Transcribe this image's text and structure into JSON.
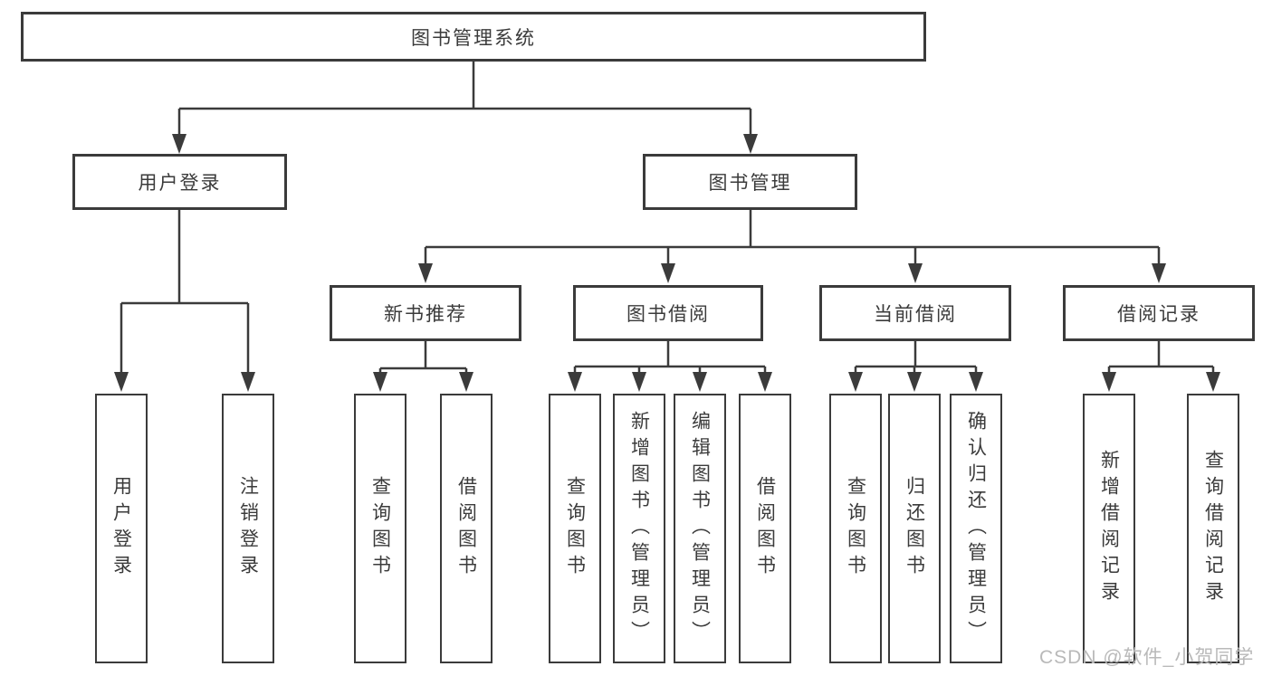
{
  "diagram": {
    "root": {
      "label": "图书管理系统"
    },
    "branches": [
      {
        "label": "用户登录",
        "children": [
          {
            "label": "用户登录"
          },
          {
            "label": "注销登录"
          }
        ]
      },
      {
        "label": "图书管理",
        "children": [
          {
            "label": "新书推荐",
            "children": [
              {
                "label": "查询图书"
              },
              {
                "label": "借阅图书"
              }
            ]
          },
          {
            "label": "图书借阅",
            "children": [
              {
                "label": "查询图书"
              },
              {
                "label": "新增图书（管理员）"
              },
              {
                "label": "编辑图书（管理员）"
              },
              {
                "label": "借阅图书"
              }
            ]
          },
          {
            "label": "当前借阅",
            "children": [
              {
                "label": "查询图书"
              },
              {
                "label": "归还图书"
              },
              {
                "label": "确认归还（管理员）"
              }
            ]
          },
          {
            "label": "借阅记录",
            "children": [
              {
                "label": "新增借阅记录"
              },
              {
                "label": "查询借阅记录"
              }
            ]
          }
        ]
      }
    ]
  },
  "colors": {
    "line": "#3b3b3b",
    "box_border": "#3b3b3b",
    "watermark": "#b9b9b9"
  },
  "watermark": {
    "text": "CSDN @软件_小贺同学"
  }
}
